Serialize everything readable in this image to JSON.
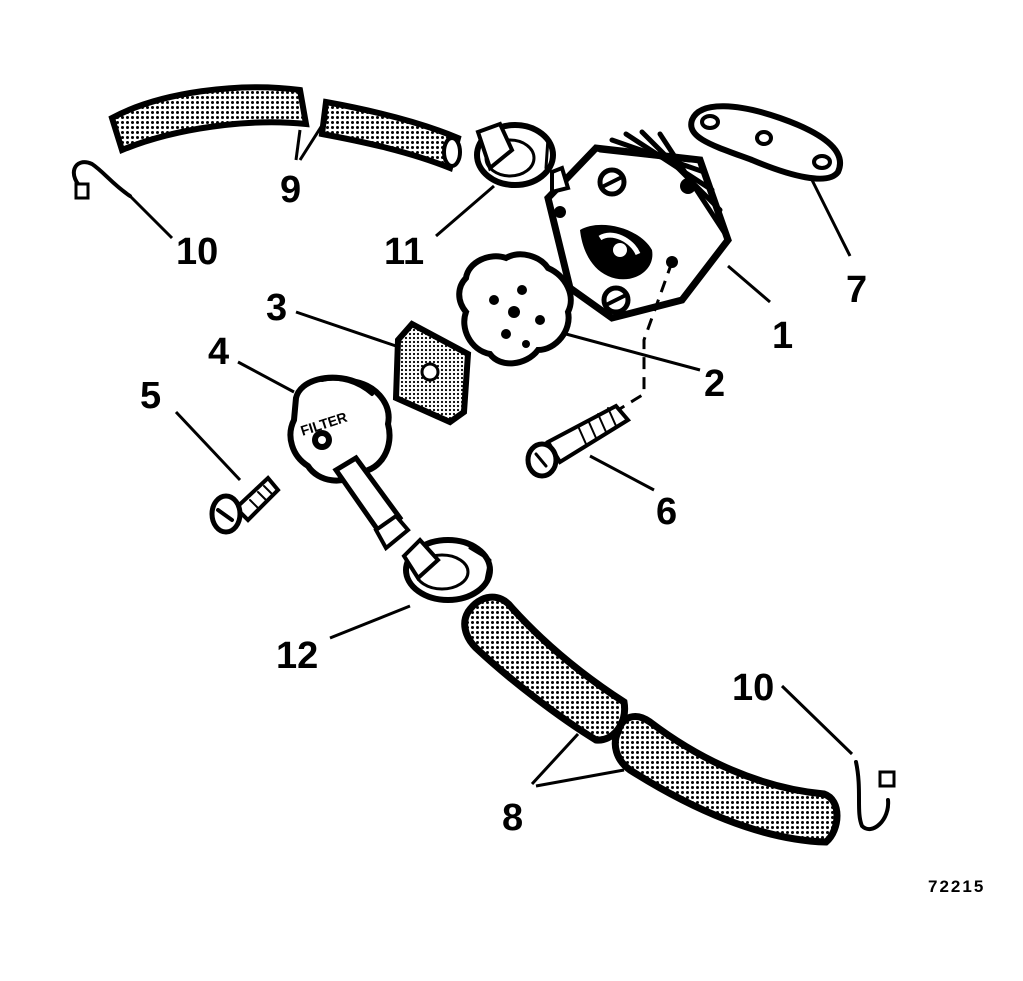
{
  "diagram": {
    "figure_number": "72215",
    "callouts": {
      "c1": "1",
      "c2": "2",
      "c3": "3",
      "c4": "4",
      "c5": "5",
      "c6": "6",
      "c7": "7",
      "c8": "8",
      "c9": "9",
      "c10a": "10",
      "c10b": "10",
      "c11": "11",
      "c12": "12"
    },
    "filter_lettering": "FILTER",
    "colors": {
      "ink": "#000000",
      "paper": "#ffffff"
    }
  }
}
